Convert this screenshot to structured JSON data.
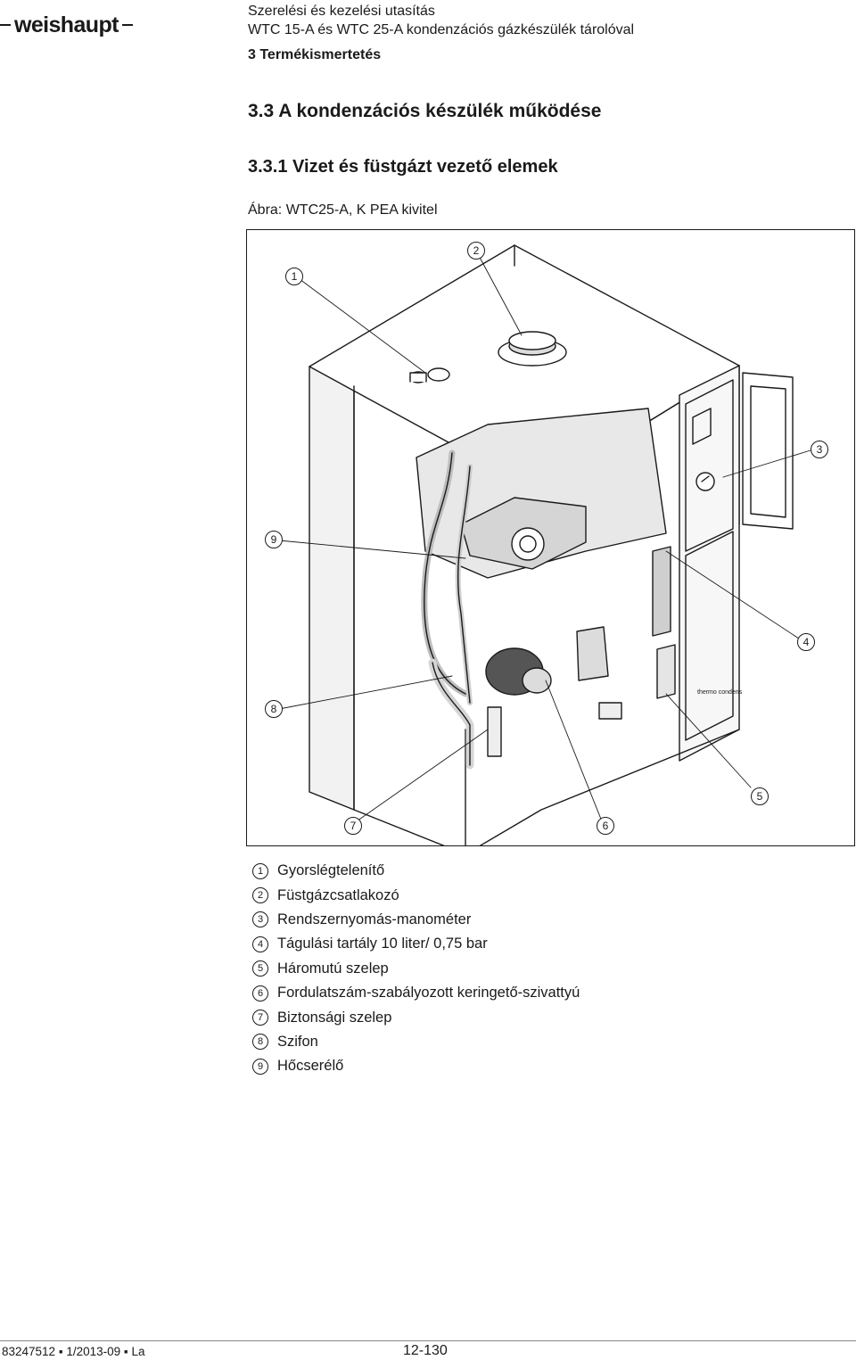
{
  "header": {
    "brand": "weishaupt",
    "title_line1": "Szerelési és kezelési utasítás",
    "title_line2": "WTC 15-A és WTC 25-A kondenzációs gázkészülék tárolóval"
  },
  "chapter": "3 Termékismertetés",
  "section_heading": "3.3 A kondenzációs készülék működése",
  "subsection_heading": "3.3.1 Vizet és füstgázt vezető elemek",
  "figure": {
    "caption": "Ábra: WTC25-A, K PEA kivitel",
    "device_label": "thermo condens",
    "callouts": [
      "1",
      "2",
      "3",
      "4",
      "5",
      "6",
      "7",
      "8",
      "9"
    ]
  },
  "legend": [
    {
      "num": "1",
      "text": "Gyorslégtelenítő"
    },
    {
      "num": "2",
      "text": "Füstgázcsatlakozó"
    },
    {
      "num": "3",
      "text": "Rendszernyomás-manométer"
    },
    {
      "num": "4",
      "text": "Tágulási tartály 10 liter/ 0,75 bar"
    },
    {
      "num": "5",
      "text": "Háromutú szelep"
    },
    {
      "num": "6",
      "text": "Fordulatszám-szabályozott keringető-szivattyú"
    },
    {
      "num": "7",
      "text": "Biztonsági szelep"
    },
    {
      "num": "8",
      "text": "Szifon"
    },
    {
      "num": "9",
      "text": "Hőcserélő"
    }
  ],
  "footer": {
    "doc_code": "83247512 ▪ 1/2013-09 ▪ La",
    "page": "12-130"
  }
}
